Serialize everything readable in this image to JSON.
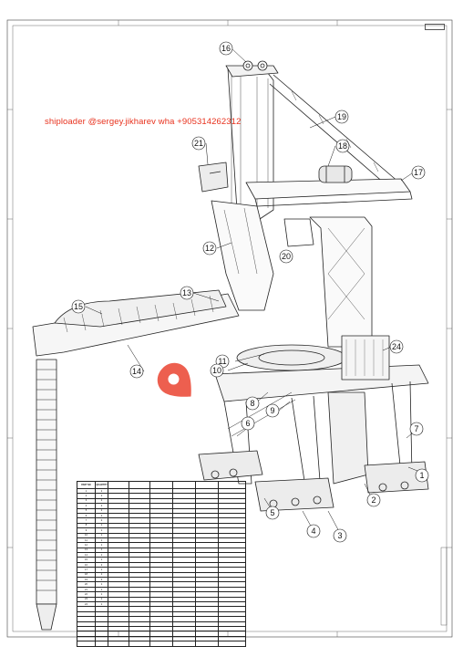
{
  "watermark": "shiploader @sergey.jikharev wha +905314262312",
  "location_icon": "map-pin-icon",
  "accent_color": "#e8321e",
  "callouts": [
    "1",
    "2",
    "3",
    "4",
    "5",
    "6",
    "7",
    "8",
    "9",
    "10",
    "11",
    "12",
    "13",
    "14",
    "15",
    "16",
    "17",
    "18",
    "19",
    "20",
    "21",
    "24"
  ],
  "parts_table": {
    "headers": [
      "PART NO",
      "QUANTITY",
      "",
      "",
      "",
      "",
      "",
      ""
    ],
    "rows": [
      [
        "1",
        "2",
        "",
        "",
        "",
        "",
        "",
        ""
      ],
      [
        "2",
        "2",
        "",
        "",
        "",
        "",
        "",
        ""
      ],
      [
        "3",
        "2",
        "",
        "",
        "",
        "",
        "",
        ""
      ],
      [
        "4",
        "2",
        "",
        "",
        "",
        "",
        "",
        ""
      ],
      [
        "5",
        "2",
        "",
        "",
        "",
        "",
        "",
        ""
      ],
      [
        "6",
        "2",
        "",
        "",
        "",
        "",
        "",
        ""
      ],
      [
        "7",
        "2",
        "",
        "",
        "",
        "",
        "",
        ""
      ],
      [
        "8",
        "1",
        "",
        "",
        "",
        "",
        "",
        ""
      ],
      [
        "9",
        "1",
        "",
        "",
        "",
        "",
        "",
        ""
      ],
      [
        "10",
        "1",
        "",
        "",
        "",
        "",
        "",
        ""
      ],
      [
        "11",
        "1",
        "",
        "",
        "",
        "",
        "",
        ""
      ],
      [
        "12",
        "1",
        "",
        "",
        "",
        "",
        "",
        ""
      ],
      [
        "13",
        "1",
        "",
        "",
        "",
        "",
        "",
        ""
      ],
      [
        "14",
        "1",
        "",
        "",
        "",
        "",
        "",
        ""
      ],
      [
        "15",
        "1",
        "",
        "",
        "",
        "",
        "",
        ""
      ],
      [
        "16",
        "2",
        "",
        "",
        "",
        "",
        "",
        ""
      ],
      [
        "17",
        "1",
        "",
        "",
        "",
        "",
        "",
        ""
      ],
      [
        "18",
        "1",
        "",
        "",
        "",
        "",
        "",
        ""
      ],
      [
        "19",
        "2",
        "",
        "",
        "",
        "",
        "",
        ""
      ],
      [
        "20",
        "1",
        "",
        "",
        "",
        "",
        "",
        ""
      ],
      [
        "21",
        "1",
        "",
        "",
        "",
        "",
        "",
        ""
      ],
      [
        "22",
        "1",
        "",
        "",
        "",
        "",
        "",
        ""
      ],
      [
        "23",
        "1",
        "",
        "",
        "",
        "",
        "",
        ""
      ],
      [
        "24",
        "1",
        "",
        "",
        "",
        "",
        "",
        ""
      ],
      [
        "",
        "",
        "",
        "",
        "",
        "",
        "",
        ""
      ],
      [
        "",
        "",
        "",
        "",
        "",
        "",
        "",
        ""
      ],
      [
        "",
        "",
        "",
        "",
        "",
        "",
        "",
        ""
      ],
      [
        "",
        "",
        "",
        "",
        "",
        "",
        "",
        ""
      ],
      [
        "",
        "",
        "",
        "",
        "",
        "",
        "",
        ""
      ],
      [
        "",
        "",
        "",
        "",
        "",
        "",
        "",
        ""
      ],
      [
        "",
        "",
        "",
        "",
        "",
        "",
        "",
        ""
      ],
      [
        "",
        "",
        "",
        "",
        "",
        "",
        "",
        ""
      ]
    ]
  }
}
